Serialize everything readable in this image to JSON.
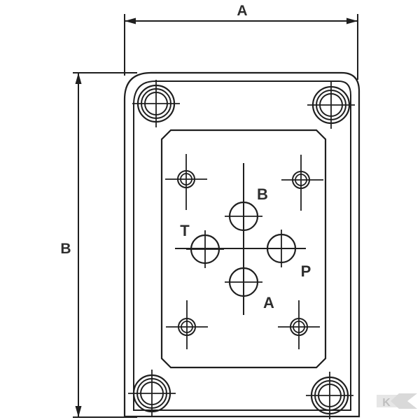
{
  "dimensions": {
    "width_label": "A",
    "height_label": "B"
  },
  "ports": {
    "b": "B",
    "t": "T",
    "p": "P",
    "a": "A"
  },
  "watermark": "K",
  "colors": {
    "line": "#1f1f1f",
    "text": "#2e2e2e",
    "watermark": "#d9d9d9"
  }
}
